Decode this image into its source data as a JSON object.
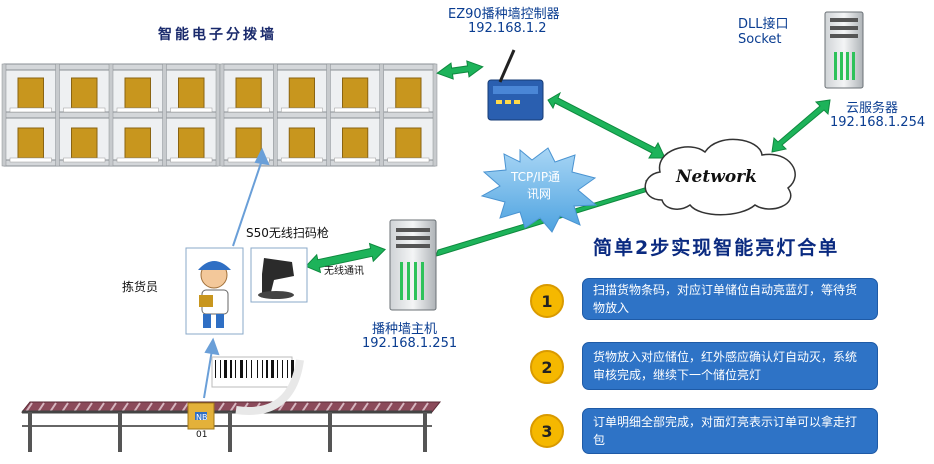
{
  "wall_title": "智能电子分拨墙",
  "controller": {
    "name": "EZ90播种墙控制器",
    "ip": "192.168.1.2"
  },
  "dll": {
    "line1": "DLL接口",
    "line2": "Socket"
  },
  "cloud": {
    "name": "云服务器",
    "ip": "192.168.1.254"
  },
  "network_label": "Network",
  "tcp_label": {
    "line1": "TCP/IP通",
    "line2": "讯网"
  },
  "scanner_label": "S50无线扫码枪",
  "picker_label": "拣货员",
  "wireless_label": "无线通讯",
  "host": {
    "name": "播种墙主机",
    "ip": "192.168.1.251"
  },
  "box_label": {
    "line1": "NB",
    "line2": "01"
  },
  "headline": "简单2步实现智能亮灯合单",
  "steps": [
    {
      "num": "1",
      "text": "扫描货物条码，对应订单储位自动亮蓝灯，等待货物放入"
    },
    {
      "num": "2",
      "text": "货物放入对应储位，红外感应确认灯自动灭，系统审核完成，继续下一个储位亮灯"
    },
    {
      "num": "3",
      "text": "订单明细全部完成，对面灯亮表示订单可以拿走打包"
    }
  ],
  "colors": {
    "accent": "#2e73c6",
    "arrow": "#1db35a",
    "badge": "#f5b800",
    "cargo": "#c8961e"
  }
}
